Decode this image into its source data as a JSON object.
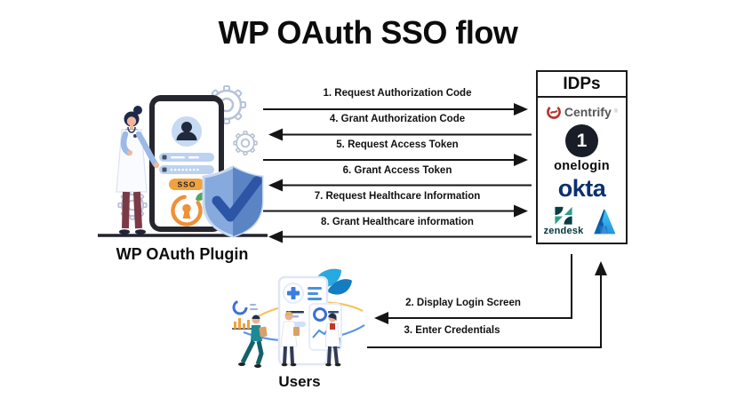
{
  "title": "WP OAuth SSO flow",
  "plugin": {
    "label": "WP OAuth Plugin",
    "phone_button": "SSO"
  },
  "users": {
    "label": "Users"
  },
  "idps": {
    "header": "IDPs",
    "centrify_mark": "®",
    "providers": [
      {
        "name": "centrify",
        "label": "Centrify"
      },
      {
        "name": "onelogin",
        "badge": "1",
        "label": "onelogin"
      },
      {
        "name": "okta",
        "label": "okta"
      },
      {
        "name": "zendesk",
        "label": "zendesk"
      },
      {
        "name": "azure"
      }
    ]
  },
  "flows": {
    "plugin_to_idp": [
      {
        "label": "1. Request Authorization Code",
        "direction": "right"
      },
      {
        "label": "4. Grant Authorization Code",
        "direction": "left"
      },
      {
        "label": "5. Request Access Token",
        "direction": "right"
      },
      {
        "label": "6. Grant Access Token",
        "direction": "left"
      },
      {
        "label": "7. Request Healthcare Information",
        "direction": "right"
      },
      {
        "label": "8.  Grant Healthcare information",
        "direction": "left"
      }
    ],
    "idp_to_users": [
      {
        "label": "2.  Display Login Screen",
        "direction": "to-users"
      },
      {
        "label": "3.  Enter Credentials",
        "direction": "to-idp"
      }
    ]
  },
  "colors": {
    "accent_orange": "#f2a13c",
    "shield_blue": "#5b84c4",
    "check_blue": "#2d55a5",
    "okta_blue": "#0a316e",
    "centrify_red": "#b5342c",
    "onelogin_black": "#191d27",
    "zendesk_dark": "#03363d",
    "zendesk_teal": "#2f9e8c",
    "azure_blue": "#2a9df4",
    "connector_black": "#151515"
  }
}
